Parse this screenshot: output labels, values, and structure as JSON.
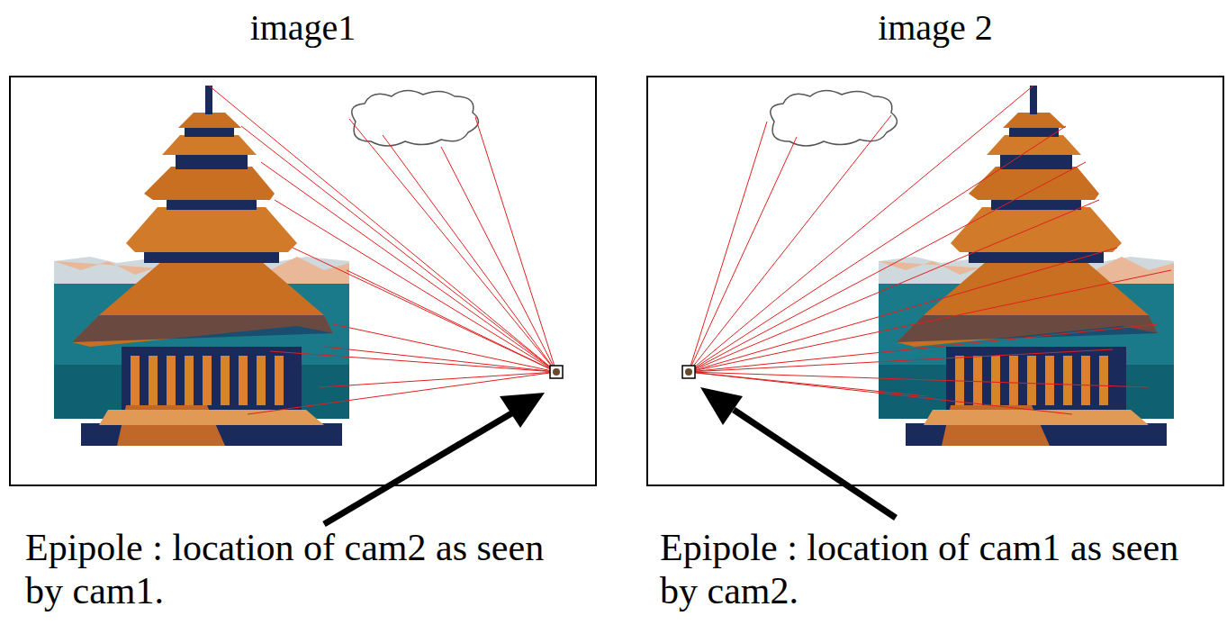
{
  "diagram": {
    "nodes": [
      {
        "text": [
          "image1"
        ]
      },
      {
        "text": [
          "image 2"
        ]
      }
    ],
    "labels": [
      "Epipole : location of cam2 as seen by cam1.",
      "Epipole : location of cam1 as seen by cam2."
    ]
  }
}
